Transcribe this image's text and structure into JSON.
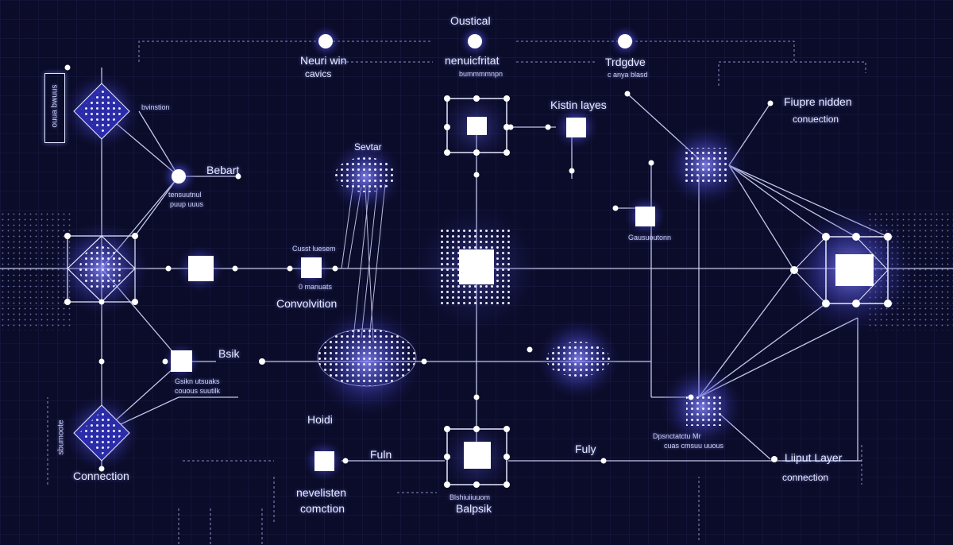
{
  "colors": {
    "background": "#0b0c2a",
    "line": "#d6dbff",
    "node_glow": "#6b6bff",
    "node_core": "#ffffff"
  },
  "labels": {
    "top_title": "Oustical",
    "neuri_line1": "Neuri win",
    "neuri_line2": "cavics",
    "nenuic_line1": "nenuicfritat",
    "nenuic_line2": "bummmmnpn",
    "tragdve_line1": "Trdgdve",
    "tragdve_line2": "c anya blasd",
    "kistin": "Kistin layes",
    "fupre_line1": "Fiupre nidden",
    "fupre_line2": "conuection",
    "left_vertical": "ouua bwuus",
    "bvinstion": "bvinstion",
    "bebart": "Bebart",
    "bebart_sub1": "tensuutnul",
    "bebart_sub2": "puup uuus",
    "sevtar": "Sevtar",
    "conv_caption": "Cusst luesem",
    "conv_caption2": "0 manuats",
    "convolution": "Convolvition",
    "bsik": "Bsik",
    "bsik_sub1": "Gsikn utsuaks",
    "bsik_sub2": "couous suutilk",
    "hoidi": "Hoidi",
    "fuln": "Fuln",
    "neveisten_line1": "nevelisten",
    "neveisten_line2": "comction",
    "fuly": "Fuly",
    "balpsik": "Balpsik",
    "balpsik_sub": "Blshiuiiuuom",
    "right_box_caption": "Gausuoutonn",
    "bottom_right_caption1": "Dpsnctatctu Mr",
    "bottom_right_caption2": "cuas cmsuu uuous",
    "liput_line1": "Liiput Layer",
    "liput_line2": "connection",
    "connection_left": "Connection",
    "left_vertical_bottom": "sbumoote"
  }
}
